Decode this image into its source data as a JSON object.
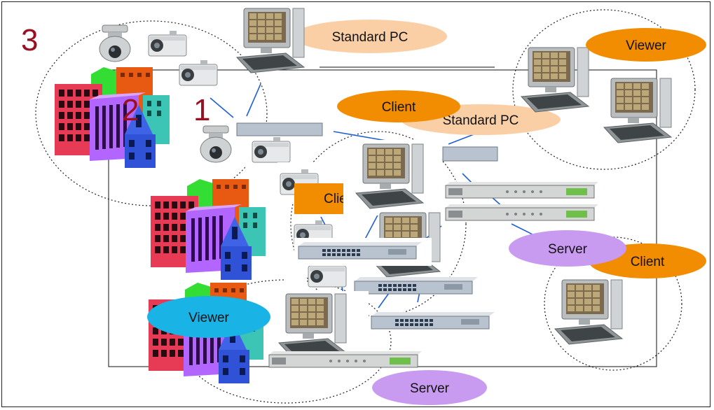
{
  "layer_numbers": [
    "3",
    "2",
    "1"
  ],
  "labels": {
    "standard_pc_top": "Standard PC",
    "standard_pc_middle": "Standard PC",
    "client_top": "Client",
    "client_partial": "Clie",
    "client_right": "Client",
    "viewer_top_right": "Viewer",
    "viewer_bottom_left": "Viewer",
    "server_right": "Server",
    "server_bottom": "Server"
  },
  "colors": {
    "standard_pc": "#fbcfa6",
    "client": "#f28c00",
    "viewer_orange": "#f28c00",
    "viewer_blue": "#19b3e6",
    "server": "#c89bf0",
    "number": "#9a1020",
    "link_line": "#1f5fd6"
  },
  "icons": {
    "camera_dome": "dome-camera-icon",
    "camera_box": "box-camera-icon",
    "workstation": "computer-workstation-icon",
    "network_switch": "network-switch-icon",
    "rack_server": "rack-server-icon",
    "city": "city-buildings-icon"
  }
}
